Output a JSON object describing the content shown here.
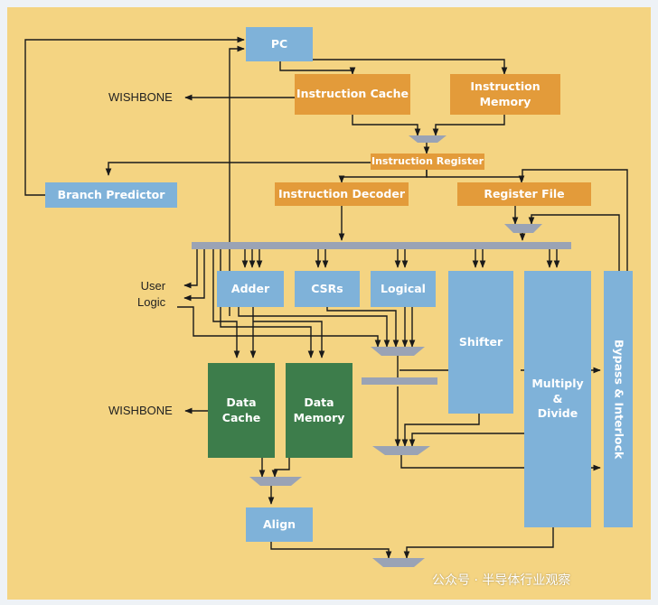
{
  "blocks": {
    "pc": "PC",
    "instruction_cache": "Instruction Cache",
    "instruction_memory": "Instruction\nMemory",
    "instruction_register": "Instruction Register",
    "branch_predictor": "Branch Predictor",
    "instruction_decoder": "Instruction Decoder",
    "register_file": "Register File",
    "adder": "Adder",
    "csrs": "CSRs",
    "logical": "Logical",
    "shifter": "Shifter",
    "multiply_divide": "Multiply\n&\nDivide",
    "bypass_interlock": "Bypass & Interlock",
    "data_cache": "Data\nCache",
    "data_memory": "Data\nMemory",
    "align": "Align"
  },
  "labels": {
    "wishbone_top": "WISHBONE",
    "wishbone_bottom": "WISHBONE",
    "user_logic": "User\nLogic"
  },
  "watermark": "公众号 · 半导体行业观察",
  "colors": {
    "background": "#f4d482",
    "blue_block": "#7fb2d9",
    "orange_block": "#e39b3a",
    "green_block": "#3d7d4b",
    "bus": "#9aa3b5",
    "line": "#1a1a1a"
  }
}
